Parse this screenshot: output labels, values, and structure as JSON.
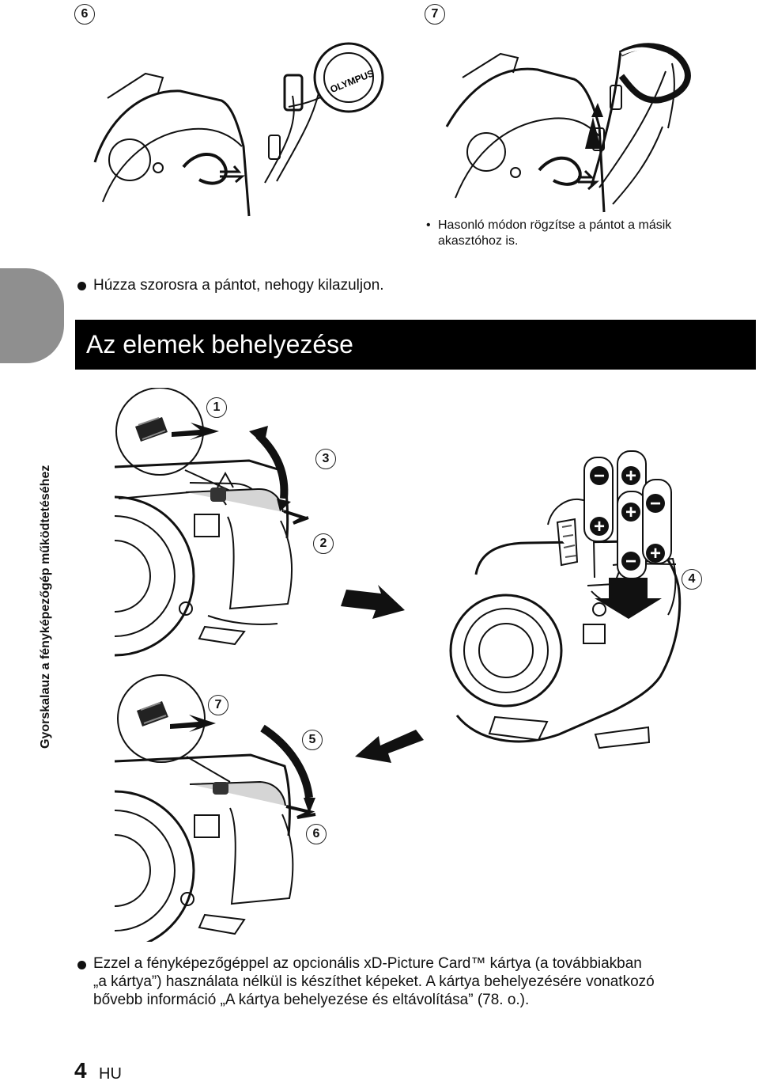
{
  "top_steps": {
    "left_step": "6",
    "right_step": "7"
  },
  "strap_note": "Hasonló módon rögzítse a pántot a másik akasztóhoz is.",
  "pull_note": "Húzza szorosra a pántot, nehogy kilazuljon.",
  "section": {
    "title": "Az elemek behelyezése",
    "side_label": "Gyorskalauz a fényképezőgép működtetéséhez"
  },
  "battery_steps": {
    "s1": "1",
    "s2": "2",
    "s3": "3",
    "s4": "4",
    "s5": "5",
    "s6": "6",
    "s7": "7"
  },
  "lens_cap_logo": "OLYMPUS",
  "battery_marks": {
    "plus": "+",
    "minus": "−"
  },
  "info_note": {
    "line1": "Ezzel a fényképezőgéppel az opcionális xD-Picture Card™ kártya (a továbbiakban",
    "line2": "„a kártya”) használata nélkül is készíthet képeket. A kártya behelyezésére vonatkozó",
    "line3": "bővebb információ „A kártya behelyezése és eltávolítása” (78. o.)."
  },
  "footer": {
    "page_number": "4",
    "language": "HU"
  }
}
